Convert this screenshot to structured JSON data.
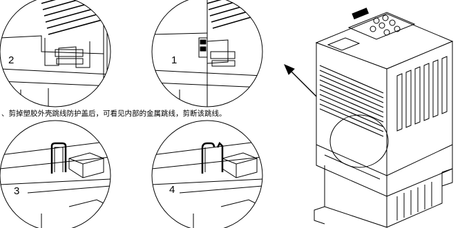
{
  "steps": [
    {
      "number": "1"
    },
    {
      "number": "2"
    },
    {
      "number": "3"
    },
    {
      "number": "4"
    }
  ],
  "caption": "、剪掉塑胶外壳跳线防护盖后，可看见内部的金属跳线，剪断该跳线。",
  "colors": {
    "line": "#000000",
    "background": "#ffffff"
  }
}
